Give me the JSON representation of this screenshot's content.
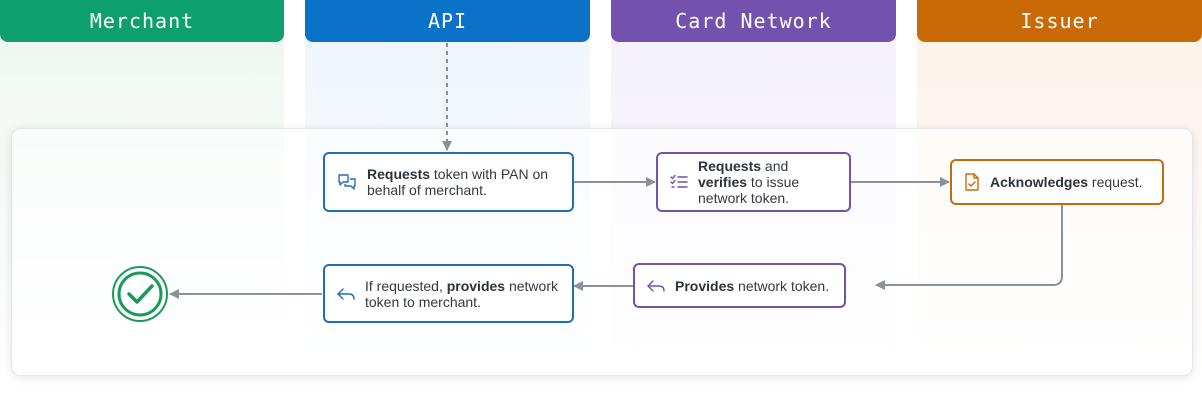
{
  "lanes": [
    {
      "label": "Merchant",
      "color": "#0e9f6e"
    },
    {
      "label": "API",
      "color": "#0a73c9"
    },
    {
      "label": "Card Network",
      "color": "#7352ad"
    },
    {
      "label": "Issuer",
      "color": "#c96a06"
    }
  ],
  "steps": {
    "api_request": {
      "bold": "Requests",
      "text": " token with PAN on behalf of merchant.",
      "icon": "chat-bubbles-icon"
    },
    "network_verify": {
      "bold1": "Requests",
      "text1": " and ",
      "bold2": "verifies",
      "text2": " to issue network token.",
      "icon": "checklist-icon"
    },
    "issuer_ack": {
      "bold": "Acknowledges",
      "text": " request.",
      "icon": "document-check-icon"
    },
    "network_provide": {
      "bold": "Provides",
      "text": " network token.",
      "icon": "reply-arrow-icon"
    },
    "api_provide": {
      "text1": "If requested, ",
      "bold": "provides",
      "text2": " network token to merchant.",
      "icon": "reply-arrow-icon"
    }
  },
  "end_state": {
    "icon": "checkmark-circle-icon"
  }
}
